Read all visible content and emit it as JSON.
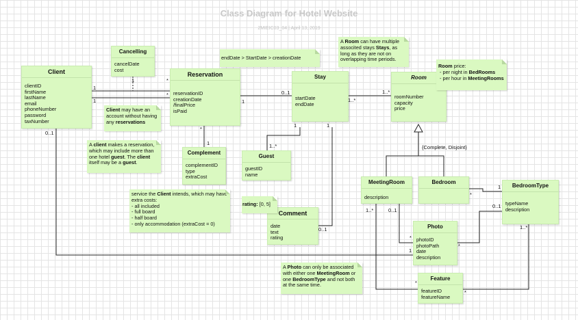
{
  "title": "Class Diagram for Hotel Website",
  "subtitle": "2MIEIC03_04  |  April 13, 2019",
  "classes": {
    "client": {
      "name": "Client",
      "attrs": [
        "clientID",
        "firstName",
        "lastName",
        "email",
        "phoneNumber",
        "password",
        "taxNumber"
      ]
    },
    "cancelling": {
      "name": "Cancelling",
      "attrs": [
        "cancelDate",
        "cost"
      ]
    },
    "reservation": {
      "name": "Reservation",
      "attrs": [
        "reservationID",
        "creationDate",
        "/finalPrice",
        "isPaid"
      ]
    },
    "complement": {
      "name": "Complement",
      "attrs": [
        "complementID",
        "type",
        "extraCost"
      ]
    },
    "stay": {
      "name": "Stay",
      "attrs": [
        "startDate",
        "endDate"
      ]
    },
    "guest": {
      "name": "Guest",
      "attrs": [
        "guestID",
        "name"
      ]
    },
    "comment": {
      "name": "Comment",
      "attrs": [
        "date",
        "text",
        "rating"
      ]
    },
    "room": {
      "name": "Room",
      "attrs": [
        "roomNumber",
        "capacity",
        "price"
      ]
    },
    "meetingroom": {
      "name": "MeetingRoom",
      "attrs": [
        "description"
      ]
    },
    "bedroom": {
      "name": "Bedroom",
      "attrs": []
    },
    "bedroomtype": {
      "name": "BedroomType",
      "attrs": [
        "typeName",
        "description"
      ]
    },
    "photo": {
      "name": "Photo",
      "attrs": [
        "photoID",
        "photoPath",
        "date",
        "description"
      ]
    },
    "feature": {
      "name": "Feature",
      "attrs": [
        "featureID",
        "featureName"
      ]
    }
  },
  "notes": {
    "dates": "endDate > StartDate > creationDate",
    "client_account": {
      "a": "Client",
      "b": " may have an account without having any ",
      "c": "reservations"
    },
    "client_reservation": {
      "a": "A ",
      "b": "client",
      "c": " makes a reservation, which may include more than one hotel ",
      "d": "guest",
      "e": ". The ",
      "f": "client",
      "g": " itself may be a ",
      "h": "guest",
      "i": "."
    },
    "complement_service": {
      "a": "service the ",
      "b": "Client",
      "c": " intends, which may have extra costs:",
      "items": [
        "- all included",
        "- full board",
        "- half board",
        "- only accommodation (extraCost = 0)"
      ]
    },
    "rating": {
      "a": "rating:",
      "b": " [0, 5]"
    },
    "room_stays": {
      "a": "A ",
      "b": "Room",
      "c": " can have multiple associted stays ",
      "d": "Stays",
      "e": ", as long as they are not on overlapping time periods."
    },
    "room_price": {
      "a": "Room",
      "b": " price:",
      "i1a": "- per night in ",
      "i1b": "BedRooms",
      "i2a": "- per hour in ",
      "i2b": "MeetingRooms"
    },
    "photo_assoc": {
      "a": "A ",
      "b": "Photo",
      "c": " can only be associated with either one ",
      "d": "MeetingRoom",
      "e": " or one ",
      "f": "BedroomType",
      "g": " and not both at the same time."
    }
  },
  "constraint": "{Complete, Disjoint}",
  "multiplicities": {
    "client_res_1a": "1",
    "client_res_1b": "1",
    "res_cancel_star": "*",
    "res_cancel_1": "1",
    "res_client_star": "*",
    "client_bottom": "0..1",
    "res_stay_1": "1",
    "stay_res_01": "0..1",
    "res_comp_star": "*",
    "comp_res_1": "1",
    "stay_guest_1": "1",
    "guest_stay_1star": "1..*",
    "stay_room_1star": "1..*",
    "room_stay_1star": "1..*",
    "stay_comment_1": "1",
    "comment_stay_01": "0..1",
    "mr_photo_01": "0..1",
    "photo_mr_star": "*",
    "mr_feature_1star": "1..*",
    "bedroom_bt_star": "*",
    "bt_bedroom_1": "1",
    "bt_photo_01": "0..1",
    "photo_bt_star": "*",
    "photo_client_1": "1",
    "bt_feature_1star": "1..*",
    "feature_mr_star": "*",
    "feature_bt_star": "*"
  }
}
